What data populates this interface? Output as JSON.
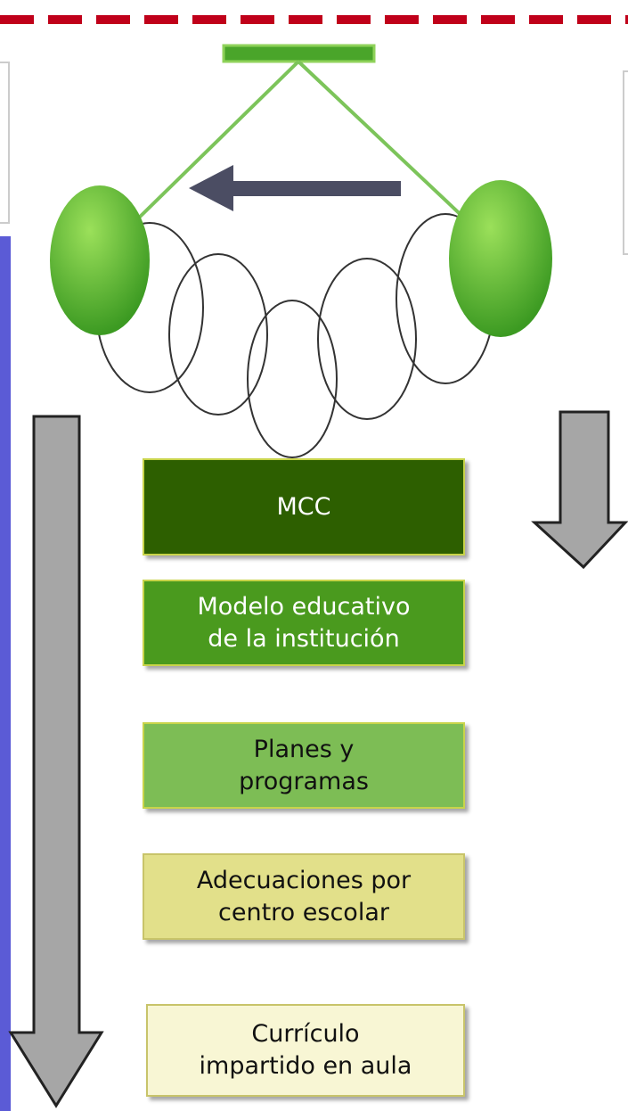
{
  "colors": {
    "dashed_line": "#c0001a",
    "left_panel": "#5b5bd6",
    "bar": "#4aa52a",
    "bar_inner": "#8fd25a",
    "string": "#7cc45a",
    "ball_light": "#7fce3a",
    "ball_dark": "#3c9a22",
    "motion_arrow": "#4b4d63",
    "loop": "#333333",
    "down_arrow_fill": "#a6a6a6",
    "down_arrow_stroke": "#222222"
  },
  "boxes": [
    {
      "label": "MCC",
      "bg": "#2d5f00",
      "border": "#c8d44a",
      "text_color": "#ffffff"
    },
    {
      "label": "Modelo educativo\nde la institución",
      "bg": "#4a9a1e",
      "border": "#c8d44a",
      "text_color": "#ffffff"
    },
    {
      "label": "Planes y\nprogramas",
      "bg": "#7dbd55",
      "border": "#c8d44a",
      "text_color": "#111111"
    },
    {
      "label": "Adecuaciones por\ncentro escolar",
      "bg": "#e2e08a",
      "border": "#c8c46a",
      "text_color": "#111111"
    },
    {
      "label": "Currículo\nimpartido en aula",
      "bg": "#f8f6d4",
      "border": "#c8c46a",
      "text_color": "#111111"
    }
  ]
}
